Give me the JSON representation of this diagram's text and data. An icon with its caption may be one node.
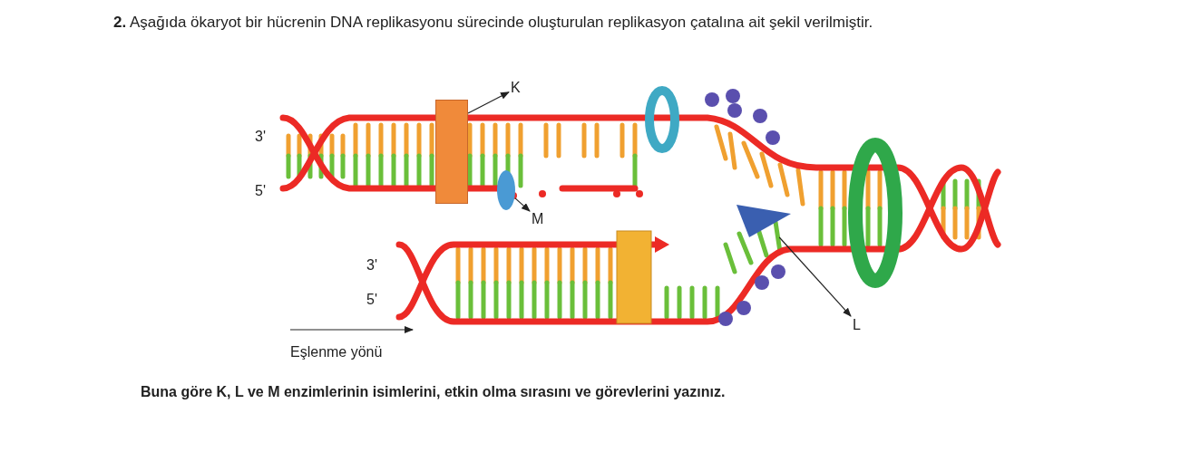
{
  "diagram": {
    "title": "**2.** Aşağıda ökaryot bir hücrenin DNA replikasyonu sürecinde oluşturulan replikasyon çatalına ait şekil verilmiştir.",
    "caption": "Buna göre K, L ve M enzimlerinin isimlerini, etkin olma sırasını ve görevlerini yazınız.",
    "nodes": [
      {
        "text": [
          "K"
        ]
      },
      {
        "text": [],
        "shape": "box"
      },
      {
        "text": [
          "M"
        ]
      },
      {
        "text": [],
        "shape": "circle"
      },
      {
        "text": [
          "L"
        ]
      },
      {
        "text": [],
        "shape": "triangle"
      }
    ],
    "edges": [
      {
        "from": 1,
        "to": 0,
        "arrow": "to"
      },
      {
        "from": 3,
        "to": 2,
        "arrow": "to"
      },
      {
        "from": 5,
        "to": 4,
        "arrow": "to"
      }
    ],
    "labels": [
      "3'",
      "5'",
      "3'",
      "5'",
      "Eşlenme yönü"
    ]
  }
}
